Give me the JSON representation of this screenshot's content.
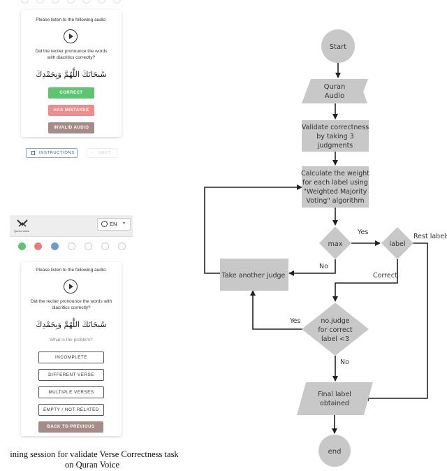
{
  "top_card": {
    "listen_prompt": "Please listen to the following audio:",
    "question": "Did the reciter pronounce the words with diacritics correctly?",
    "arabic_text": "سُبحَانَكَ اللَّهُمَّ وَبِحَمْدِكَ",
    "buttons": [
      {
        "label": "CORRECT",
        "color": "#5cc56d"
      },
      {
        "label": "HAS MISTAKES",
        "color": "#ef8d8d"
      },
      {
        "label": "INVALID AUDIO",
        "color": "#a78b86"
      }
    ]
  },
  "footer_nav": {
    "instructions_label": "INSTRUCTIONS",
    "next_label": "NEXT"
  },
  "app_header": {
    "logo_text": "Quran Voice",
    "language": "EN"
  },
  "progress_dots": [
    {
      "state": "done",
      "color": "#5cc56d"
    },
    {
      "state": "done",
      "color": "#ef7a7a"
    },
    {
      "state": "current",
      "color": "#6d9bd1"
    },
    {
      "state": "empty",
      "color": "#ffffff"
    },
    {
      "state": "empty",
      "color": "#ffffff"
    },
    {
      "state": "empty",
      "color": "#ffffff"
    },
    {
      "state": "empty",
      "color": "#ffffff"
    }
  ],
  "bottom_card": {
    "listen_prompt": "Please listen to the following audio:",
    "question": "Did the reciter pronounce the words with diacritics correctly?",
    "arabic_text": "سُبحَانَكَ اللَّهُمَّ وَبِحَمْدِكَ",
    "problem_prompt": "What is the problem?",
    "options": [
      "INCOMPLETE",
      "DIFFERENT VERSE",
      "MULTIPLE VERSES",
      "EMPTY / NOT RELATED"
    ],
    "back_label": "BACK TO PREVIOUS",
    "back_color": "#a78b86"
  },
  "caption": {
    "line1": "ining session for validate Verse Correctness task",
    "line2": "on Quran Voice"
  },
  "flowchart": {
    "node_color": "#c8c8c8",
    "start": "Start",
    "quran_audio": [
      "Quran",
      "Audio"
    ],
    "validate": [
      "Validate correctness",
      "by taking 3",
      "judgments"
    ],
    "calculate": [
      "Calculate the weight",
      "for each label using",
      "\"Weighted Majority",
      "Voting\" algorithm"
    ],
    "max": "max",
    "label": "label",
    "take_judge": "Take another judge",
    "condition": [
      "no.judge",
      "for correct",
      "label <3"
    ],
    "final": [
      "Final label",
      "obtained"
    ],
    "end": "end",
    "edge_yes_max": "Yes",
    "edge_no_max": "No",
    "edge_rest": "Rest labels",
    "edge_correct": "Correct",
    "edge_yes_cond": "Yes",
    "edge_no_cond": "No"
  }
}
